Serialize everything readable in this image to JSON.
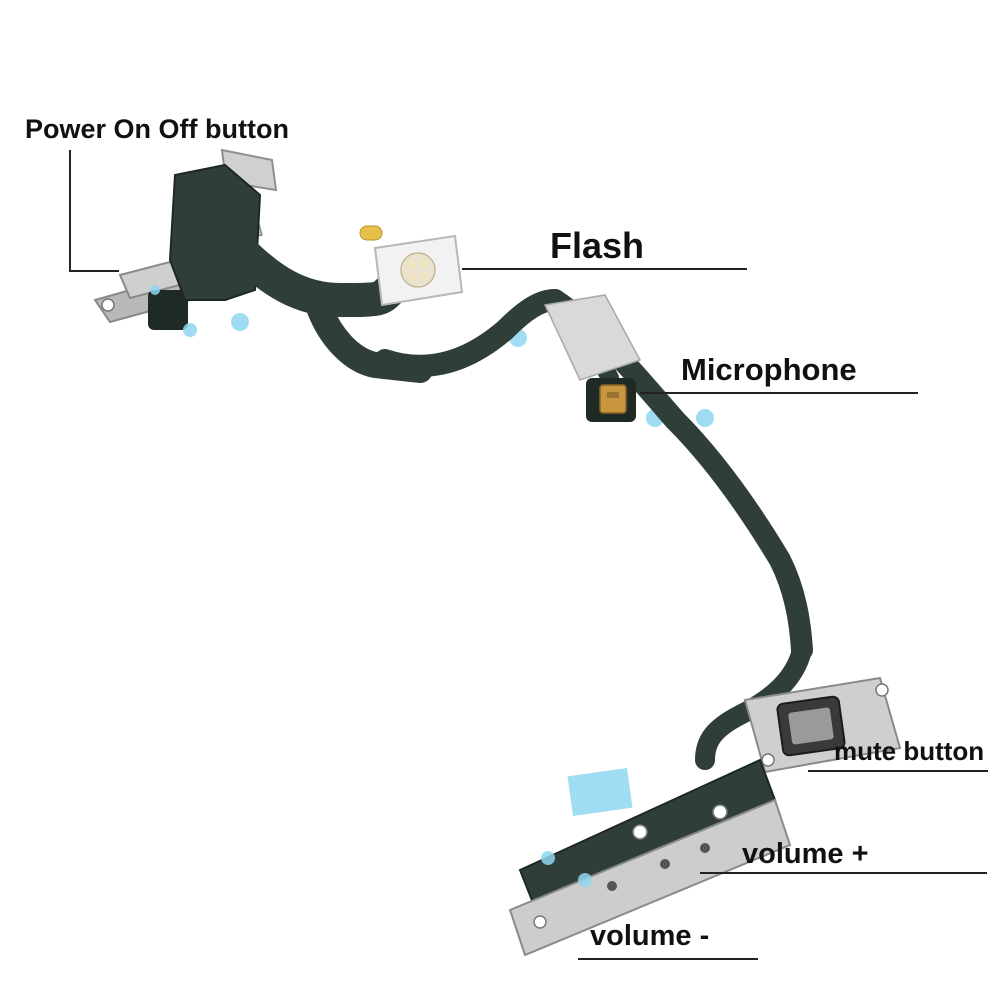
{
  "labels": {
    "power": "Power On Off button",
    "flash": "Flash",
    "microphone": "Microphone",
    "mute": "mute button",
    "volume_up": "volume +",
    "volume_down": "volume -"
  },
  "colors": {
    "flex_cable": "#2f3e36",
    "flex_edge": "#1e2823",
    "metal_bracket": "#c9c9c9",
    "metal_shadow": "#9a9a9a",
    "adhesive_tape": "#8fd6f0",
    "flash_module": "#f2f2f2",
    "microphone_gold": "#c8963e",
    "gold_tab": "#e6c04a",
    "text": "#111111"
  }
}
